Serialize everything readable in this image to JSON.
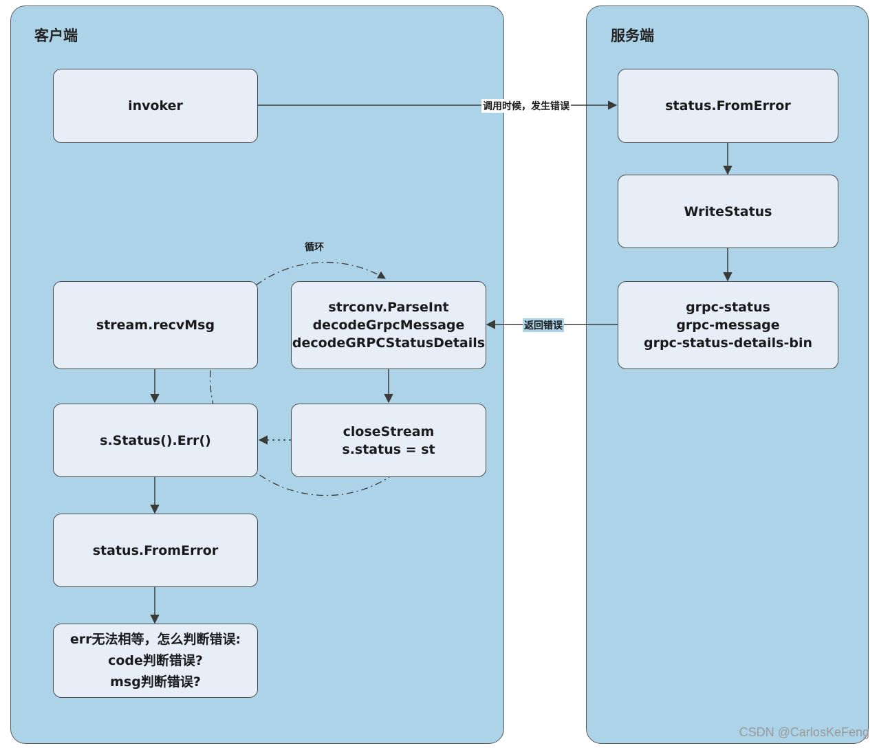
{
  "lanes": {
    "client": "客户端",
    "server": "服务端"
  },
  "nodes": {
    "invoker": "invoker",
    "server_from_error": "status.FromError",
    "write_status": "WriteStatus",
    "grpc_headers": [
      "grpc-status",
      "grpc-message",
      "grpc-status-details-bin"
    ],
    "recv_msg": "stream.recvMsg",
    "parse": [
      "strconv.ParseInt",
      "decodeGrpcMessage",
      "decodeGRPCStatusDetails"
    ],
    "status_err": "s.Status().Err()",
    "close_stream": [
      "closeStream",
      "s.status = st"
    ],
    "client_from_error": "status.FromError",
    "question": [
      "err无法相等，怎么判断错误:",
      "code判断错误?",
      "msg判断错误?"
    ]
  },
  "edges": {
    "call_error": "调用时候，发生错误",
    "return_error": "返回错误",
    "loop": "循环"
  },
  "watermark": "CSDN @CarlosKeFeng"
}
